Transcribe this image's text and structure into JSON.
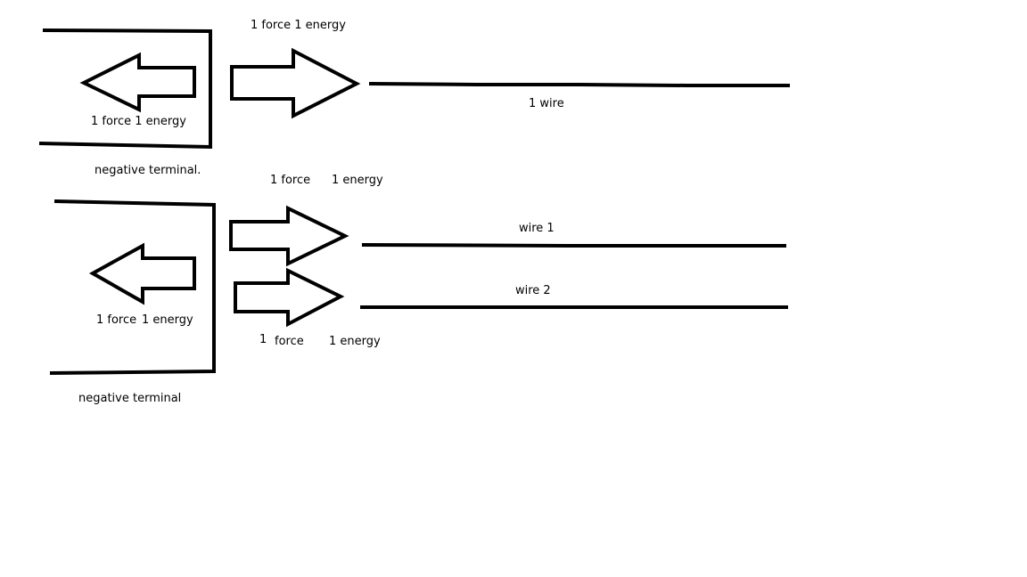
{
  "colors": {
    "ink": "#000000",
    "background": "#ffffff"
  },
  "diagram1": {
    "top_right_label": "1 force 1 energy",
    "inner_left_label": "1 force 1 energy",
    "wire_label": "1 wire",
    "terminal_label": "negative terminal."
  },
  "diagram2": {
    "top_force_label": "1 force",
    "top_energy_label": "1 energy",
    "wire1_label": "wire 1",
    "wire2_label": "wire 2",
    "inner_left_force_label": "1 force",
    "inner_left_energy_label": "1 energy",
    "bottom_one_label": "1",
    "bottom_force_label": "force",
    "bottom_energy_label": "1 energy",
    "terminal_label": "negative terminal"
  }
}
